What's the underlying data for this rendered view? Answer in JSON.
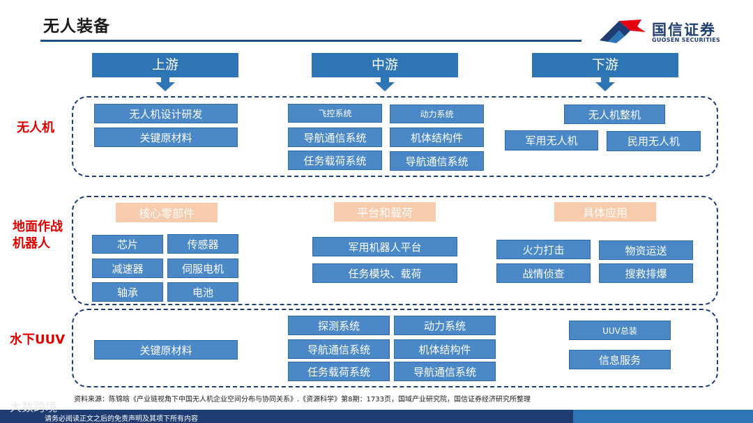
{
  "title": "无人装备",
  "logo": {
    "name_cn": "国信证券",
    "name_en": "GUOSEN SECURITIES",
    "colors": {
      "red": "#e60012",
      "navy": "#1f3d73"
    }
  },
  "stages": [
    "上游",
    "中游",
    "下游"
  ],
  "rows": [
    {
      "label": "无人机",
      "upstream": [
        "无人机设计研发",
        "关键原材料"
      ],
      "midstream": [
        "飞控系统",
        "动力系统",
        "导航通信系统",
        "机体结构件",
        "任务载荷系统",
        "导航通信系统"
      ],
      "downstream_top": "无人机整机",
      "downstream": [
        "军用无人机",
        "民用无人机"
      ]
    },
    {
      "label_lines": [
        "地面作战",
        "机器人"
      ],
      "categories": [
        "核心零部件",
        "平台和载荷",
        "具体应用"
      ],
      "upstream": [
        "芯片",
        "传感器",
        "减速器",
        "伺服电机",
        "轴承",
        "电池"
      ],
      "midstream": [
        "军用机器人平台",
        "任务模块、载荷"
      ],
      "downstream": [
        "火力打击",
        "物资运送",
        "战情侦查",
        "搜救排爆"
      ]
    },
    {
      "label": "水下UUV",
      "upstream": [
        "关键原材料"
      ],
      "midstream": [
        "探测系统",
        "动力系统",
        "导航通信系统",
        "机体结构件",
        "任务载荷系统",
        "导航通信系统"
      ],
      "downstream": [
        "UUV总装",
        "信息服务"
      ]
    }
  ],
  "source": "资料来源：陈锦晗《产业链视角下中国无人机企业空间分布与协同关系》.《资源科学》第8期：1733页，国域产业研究院，国信证券经济研究所整理",
  "disclaimer": "请务必阅读正文之后的免责声明及其项下所有内容",
  "watermark": "大数跨境",
  "colors": {
    "stage": "#2e75b6",
    "box": "#4a88c7",
    "category": "#f8cbad",
    "row_label": "#e00000",
    "border": "#1f3d73"
  }
}
